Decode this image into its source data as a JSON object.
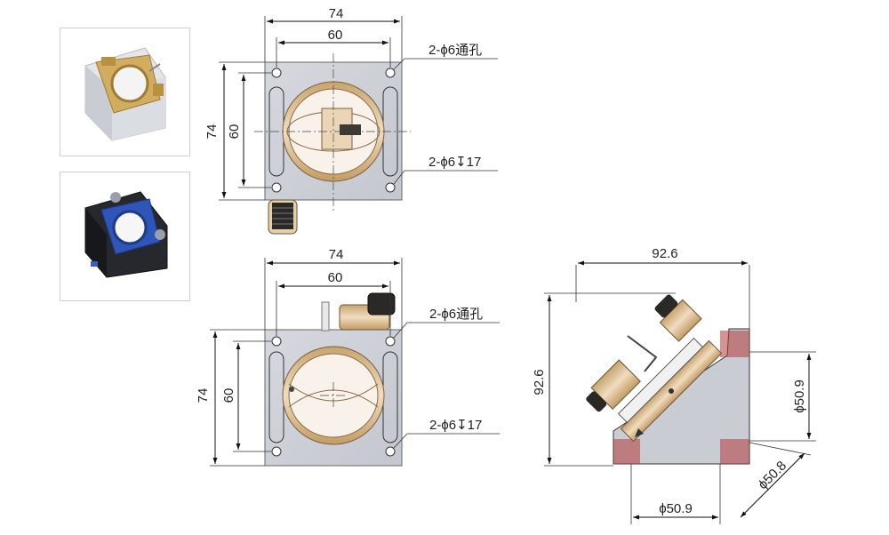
{
  "top_view": {
    "width_outer": "74",
    "width_inner": "60",
    "height_outer": "74",
    "height_inner": "60",
    "hole_through": "2-ϕ6通孔",
    "hole_depth": "2-ϕ6↧17"
  },
  "bottom_view": {
    "width_outer": "74",
    "width_inner": "60",
    "height_outer": "74",
    "height_inner": "60",
    "hole_through": "2-ϕ6通孔",
    "hole_depth": "2-ϕ6↧17"
  },
  "side_view": {
    "width": "92.6",
    "height": "92.6",
    "dia_right": "ϕ50.9",
    "dia_diag": "ϕ50.8",
    "dia_bottom": "ϕ50.9"
  },
  "colors": {
    "plate": "#cfd2d8",
    "brass": "#d9b98a",
    "brass_dark": "#b89660",
    "black_block": "#1f2126",
    "blue": "#2f55b5"
  }
}
